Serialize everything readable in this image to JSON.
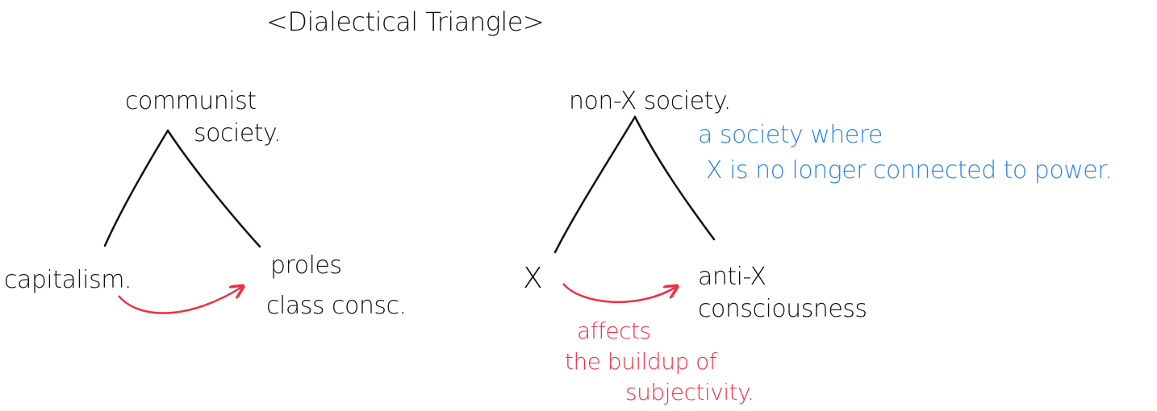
{
  "title": "<Dialectical Triangle>",
  "colors": {
    "ink": "#111111",
    "blue": "#2e86e6",
    "red": "#ef2f44"
  },
  "left_triangle": {
    "apex": [
      "communist",
      "society."
    ],
    "bottom_left": "capitalism.",
    "bottom_right": [
      "proles",
      "class consc."
    ]
  },
  "right_triangle": {
    "apex": "non-X society.",
    "apex_note": [
      "a society where",
      "X is no longer connected to power."
    ],
    "bottom_left": "X",
    "bottom_right": [
      "anti-X",
      "consciousness"
    ],
    "arrow_note": [
      "affects",
      "the buildup of",
      "subjectivity."
    ]
  }
}
